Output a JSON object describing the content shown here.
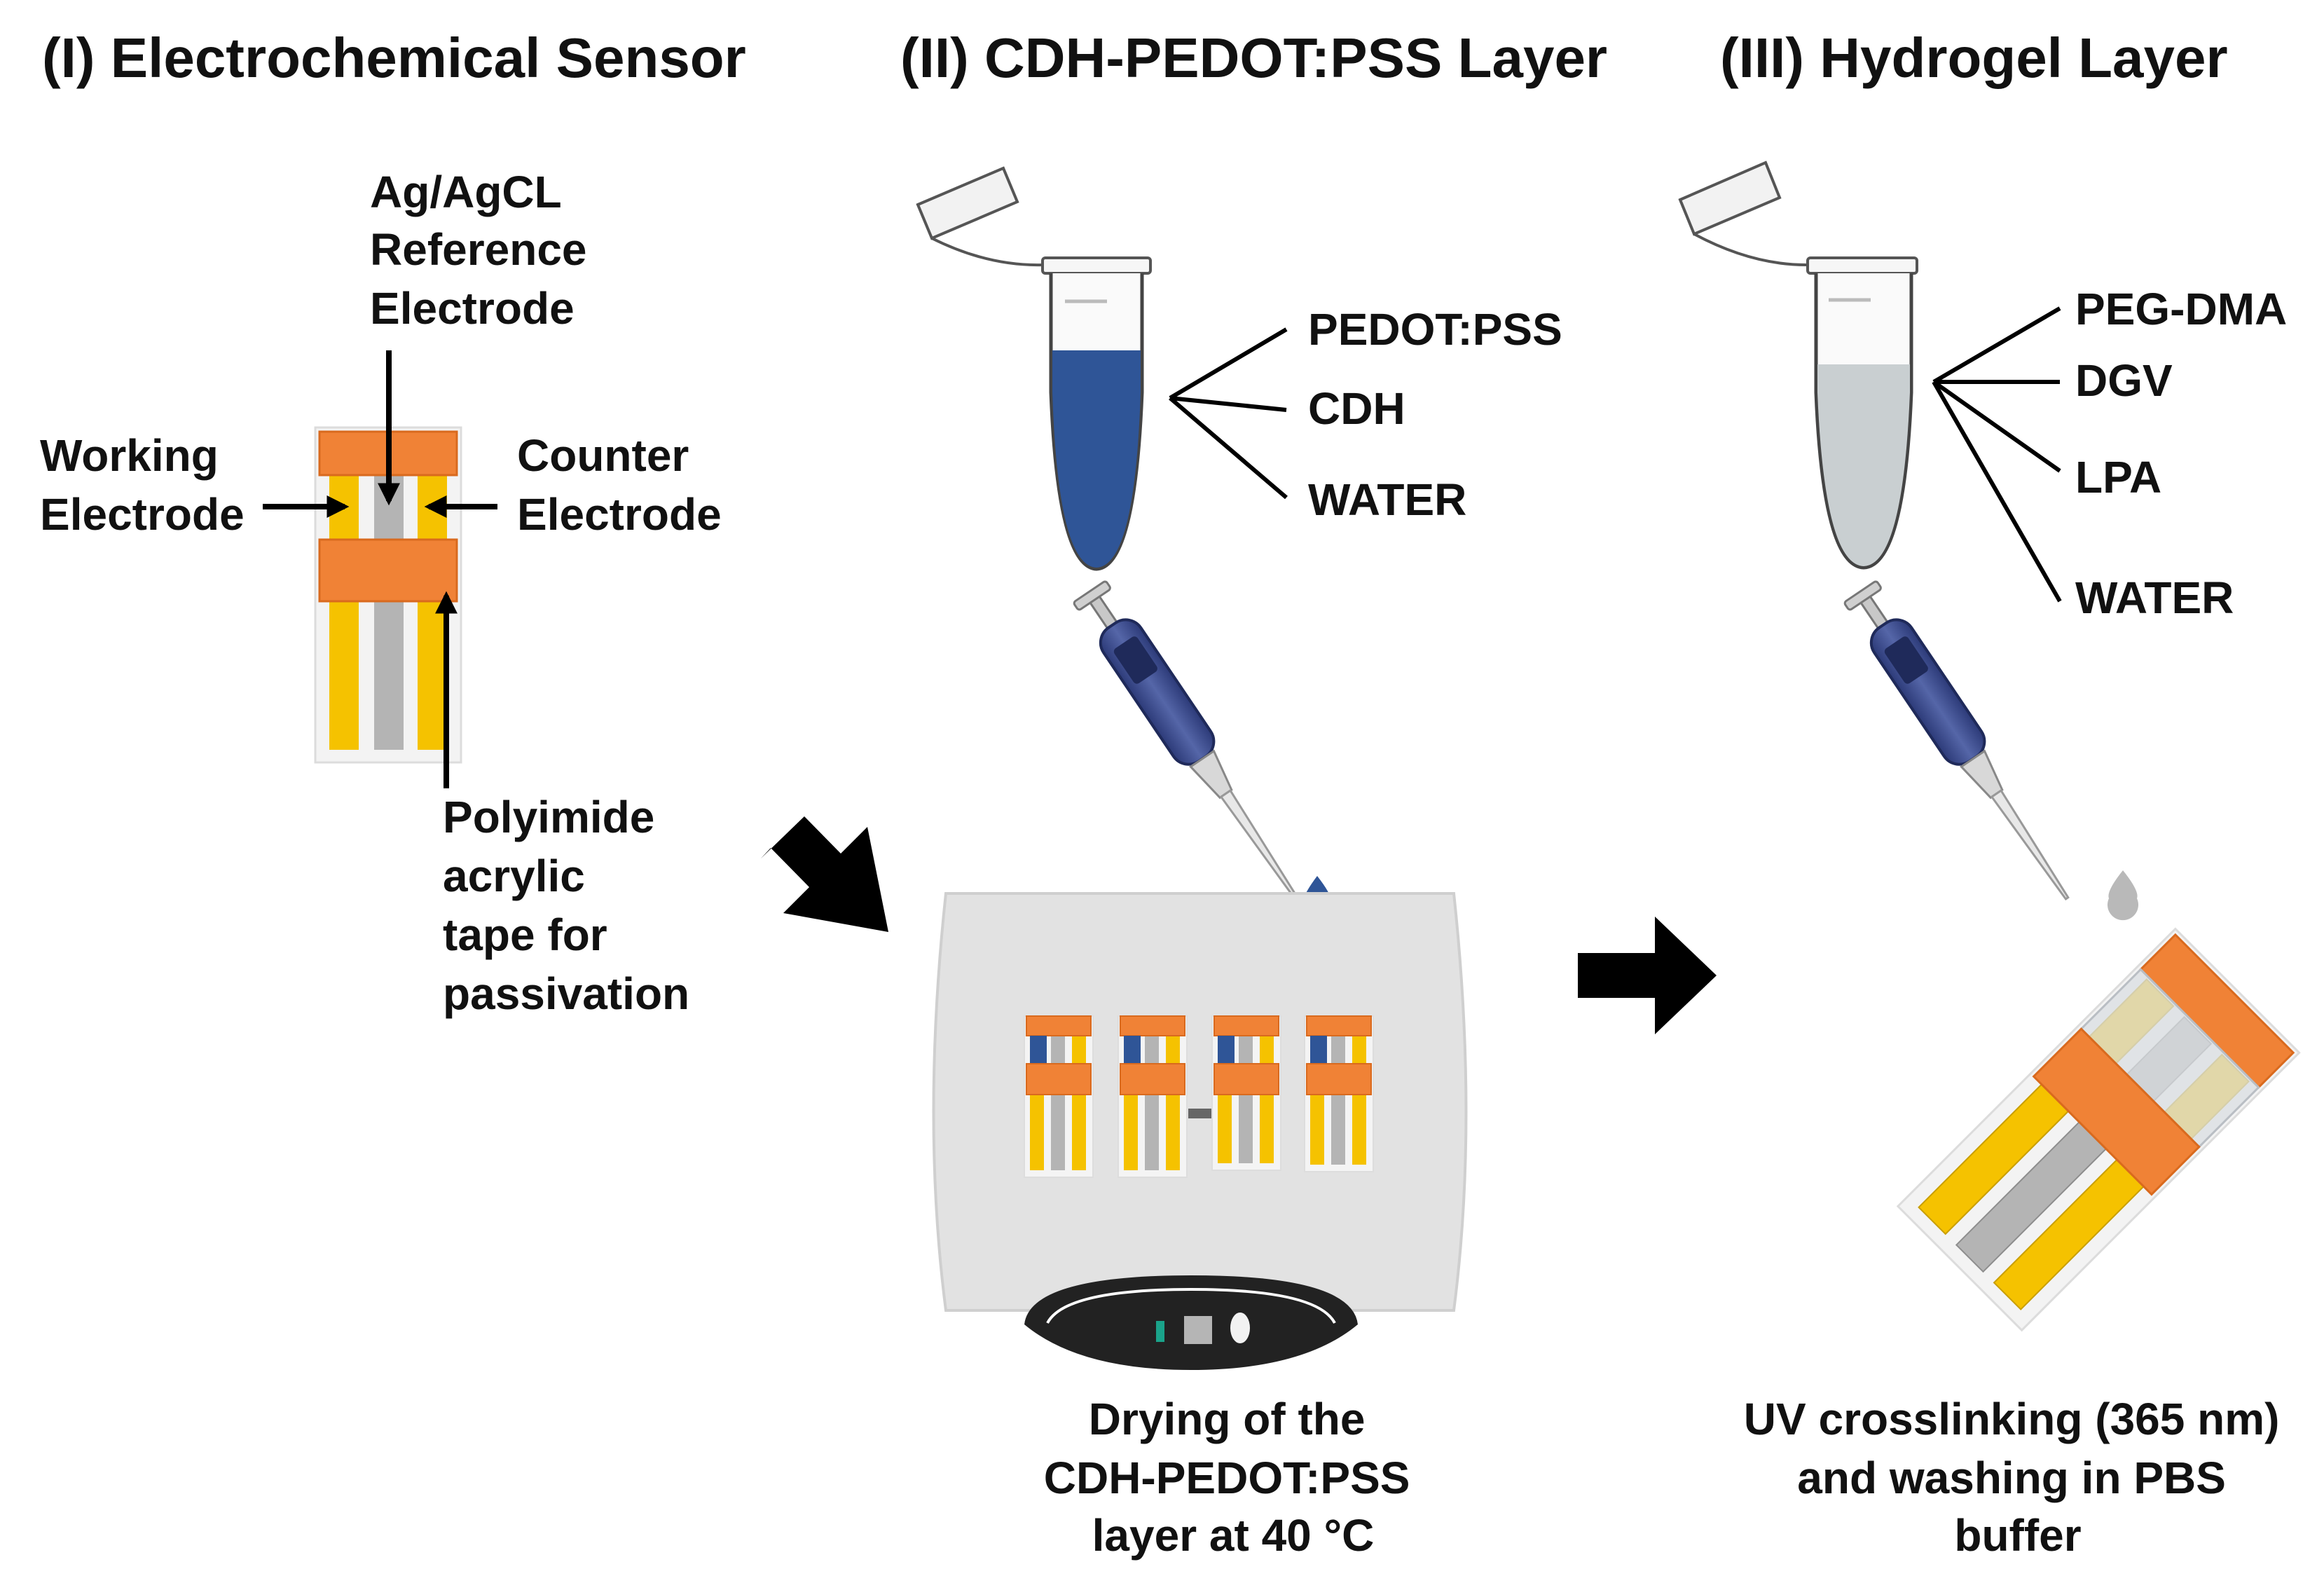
{
  "panels": {
    "sensor": {
      "title": "(I) Electrochemical Sensor",
      "reference_label": [
        "Ag/AgCL",
        "Reference",
        "Electrode"
      ],
      "working_label": [
        "Working",
        "Electrode"
      ],
      "counter_label": [
        "Counter",
        "Electrode"
      ],
      "tape_label": [
        "Polyimide",
        "acrylic",
        "tape for",
        "passivation"
      ]
    },
    "cdh_layer": {
      "title": "(II) CDH-PEDOT:PSS Layer",
      "components": [
        "PEDOT:PSS",
        "CDH",
        "WATER"
      ],
      "caption": [
        "Drying of the",
        "CDH-PEDOT:PSS",
        "layer at 40 °C"
      ]
    },
    "hydrogel_layer": {
      "title": "(III) Hydrogel Layer",
      "components": [
        "PEG-DMA",
        "DGV",
        "LPA",
        "WATER"
      ],
      "caption": [
        "UV crosslinking (365 nm)",
        "and washing in PBS",
        "buffer"
      ]
    }
  },
  "colors": {
    "tape_orange": "#f08236",
    "gold_electrode": "#f5c200",
    "reference_grey": "#b4b4b4",
    "pedot_blue": "#2f5597",
    "hydrogel_grey": "#c9cfd1",
    "hotplate_body": "#e2e2e2",
    "arrow_black": "#000000"
  },
  "icons": [
    "microcentrifuge-tube-icon",
    "pipette-icon",
    "hotplate-icon",
    "arrow-right-icon"
  ]
}
